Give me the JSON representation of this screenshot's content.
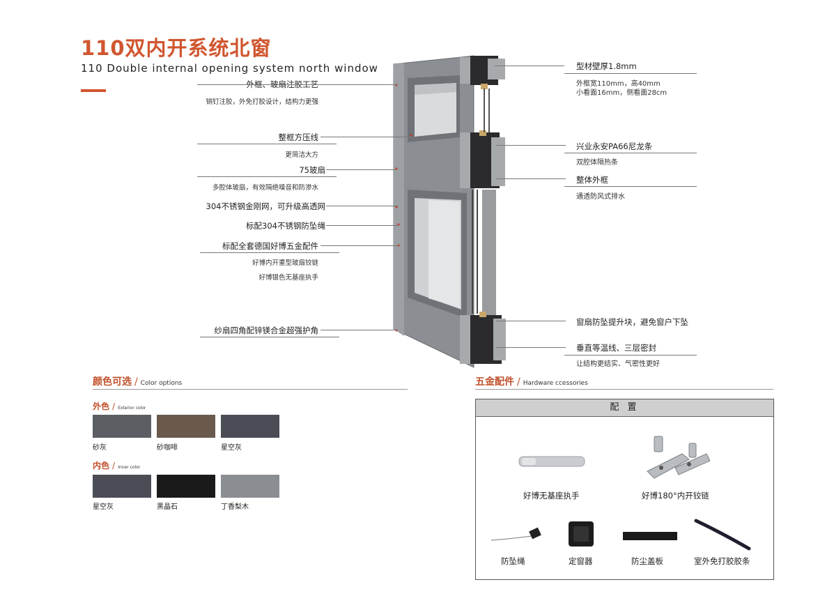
{
  "header": {
    "title": "110双内开系统北窗",
    "subtitle": "110 Double internal opening system north window"
  },
  "left_callouts": [
    {
      "label": "外框、玻扇注胶工艺",
      "sub": [
        "销钉注胶，外免打胶设计，结构力更强"
      ]
    },
    {
      "label": "整框方压线",
      "sub": [
        "更简洁大方"
      ]
    },
    {
      "label": "75玻扇",
      "sub": [
        "多腔体玻扇，有效隔绝噪音和防渗水"
      ]
    },
    {
      "label": "304不锈钢金刚网，可升级高透网",
      "sub": []
    },
    {
      "label": "标配304不锈钢防坠绳",
      "sub": []
    },
    {
      "label": "标配全套德国好博五金配件",
      "sub": [
        "好博内开重型玻扇铰链",
        "好博银色无基座执手"
      ]
    },
    {
      "label": "纱扇四角配锌镁合金超强护角",
      "sub": []
    }
  ],
  "right_callouts": [
    {
      "label": "型材壁厚1.8mm",
      "sub": [
        "外框宽110mm，高40mm",
        "小看面16mm，侧看面28cm"
      ]
    },
    {
      "label": "兴业永安PA66尼龙条",
      "sub": [
        "双腔体隔热条"
      ]
    },
    {
      "label": "整体外框",
      "sub": [
        "通透防风式排水"
      ]
    },
    {
      "label": "窗扇防坠提升块，避免窗户下坠",
      "sub": []
    },
    {
      "label": "垂直等温线、三层密封",
      "sub": [
        "让结构更结实、气密性更好"
      ]
    }
  ],
  "colors": {
    "title": "颜色可选",
    "title_en": "Color options",
    "exterior_title": "外色",
    "exterior_en": "Exterior color",
    "exterior": [
      {
        "name": "砂灰",
        "hex": "#5b5e63"
      },
      {
        "name": "砂咖啡",
        "hex": "#6a5a4e"
      },
      {
        "name": "星空灰",
        "hex": "#4a4d55"
      }
    ],
    "interior_title": "内色",
    "interior_en": "Inner color",
    "interior": [
      {
        "name": "星空灰",
        "hex": "#4a4d55"
      },
      {
        "name": "黑晶石",
        "hex": "#1a1a1a"
      },
      {
        "name": "丁香梨木",
        "hex": "#8a8d92"
      }
    ]
  },
  "hardware": {
    "title": "五金配件",
    "title_en": "Hardware ccessories",
    "box_header": "配 置",
    "items": [
      {
        "name": "好博无基座执手",
        "icon": "handle-icon"
      },
      {
        "name": "好博180°内开铰链",
        "icon": "hinge-icon"
      },
      {
        "name": "防坠绳",
        "icon": "safety-rope-icon"
      },
      {
        "name": "定窗器",
        "icon": "window-stopper-icon"
      },
      {
        "name": "防尘盖板",
        "icon": "dust-cover-icon"
      },
      {
        "name": "室外免打胶胶条",
        "icon": "sealing-strip-icon"
      }
    ]
  }
}
